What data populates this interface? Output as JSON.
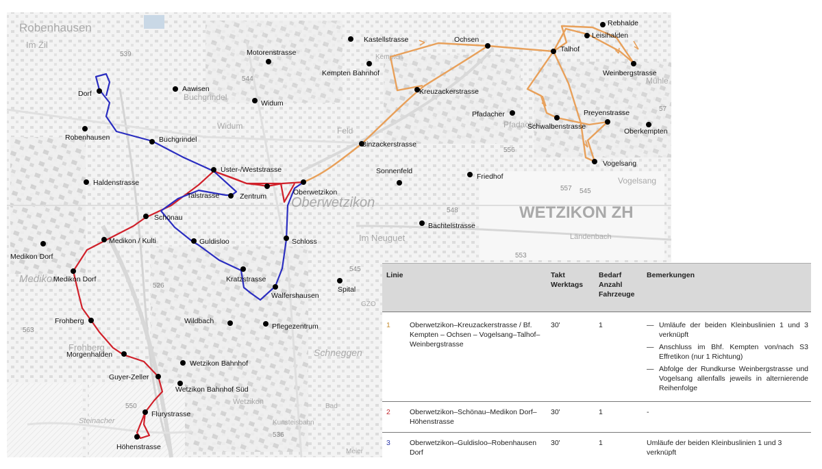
{
  "map": {
    "place_labels": [
      {
        "text": "Robenhausen",
        "size": 17
      },
      {
        "text": "Im Zil",
        "size": 13
      },
      {
        "text": "Buchgrindel",
        "size": 12
      },
      {
        "text": "Widum",
        "size": 12
      },
      {
        "text": "Feld",
        "size": 12
      },
      {
        "text": "Kempten",
        "size": 10
      },
      {
        "text": "Pfadacher",
        "size": 12
      },
      {
        "text": "Mühle",
        "size": 12
      },
      {
        "text": "Oberwetzikon",
        "size": 20
      },
      {
        "text": "WETZIKON ZH",
        "size": 24
      },
      {
        "text": "Im Neuguet",
        "size": 13
      },
      {
        "text": "Ländenbach",
        "size": 11
      },
      {
        "text": "Medikon",
        "size": 15
      },
      {
        "text": "Frohberg",
        "size": 13
      },
      {
        "text": "Schneggen",
        "size": 14
      },
      {
        "text": "Steinacher",
        "size": 11
      },
      {
        "text": "Kunsteisbahn",
        "size": 10
      },
      {
        "text": "Wetzikon",
        "size": 11
      },
      {
        "text": "Meier",
        "size": 10
      },
      {
        "text": "Vogelsang",
        "size": 12
      },
      {
        "text": "Bad",
        "size": 10
      },
      {
        "text": "GZO",
        "size": 10
      }
    ],
    "elevations": [
      "539",
      "544",
      "556",
      "557",
      "545",
      "548",
      "553",
      "545",
      "526",
      "563",
      "550",
      "536",
      "57"
    ],
    "stops": [
      {
        "label": "Kastellstrasse"
      },
      {
        "label": "Motorenstrasse"
      },
      {
        "label": "Ochsen"
      },
      {
        "label": "Rebhalde"
      },
      {
        "label": "Leisihalden"
      },
      {
        "label": "Talhof"
      },
      {
        "label": "Kempten Bahnhof"
      },
      {
        "label": "Weinbergstrasse"
      },
      {
        "label": "Dorf"
      },
      {
        "label": "Aawisen"
      },
      {
        "label": "Widum"
      },
      {
        "label": "Kreuzackerstrasse"
      },
      {
        "label": "Pfadacher"
      },
      {
        "label": "Preyenstrasse"
      },
      {
        "label": "Schwalbenstrasse"
      },
      {
        "label": "Oberkempten"
      },
      {
        "label": "Robenhausen"
      },
      {
        "label": "Buchgrindel"
      },
      {
        "label": "Binzackerstrasse"
      },
      {
        "label": "Vogelsang"
      },
      {
        "label": "Uster-/Weststrasse"
      },
      {
        "label": "Sonnenfeld"
      },
      {
        "label": "Friedhof"
      },
      {
        "label": "Haldenstrasse"
      },
      {
        "label": "Zentrum"
      },
      {
        "label": "Oberwetzikon"
      },
      {
        "label": "Talstrasse"
      },
      {
        "label": "Schönau"
      },
      {
        "label": "Bachtelstrasse"
      },
      {
        "label": "Guldisloo"
      },
      {
        "label": "Schloss"
      },
      {
        "label": "Medikon / Kulti"
      },
      {
        "label": "Medikon Dorf"
      },
      {
        "label": "Medikon Dorf"
      },
      {
        "label": "Kratzstrasse"
      },
      {
        "label": "Spital"
      },
      {
        "label": "Walfershausen"
      },
      {
        "label": "Frohberg"
      },
      {
        "label": "Wildbach"
      },
      {
        "label": "Pflegezentrum"
      },
      {
        "label": "Morgenhalden"
      },
      {
        "label": "Wetzikon Bahnhof"
      },
      {
        "label": "Guyer-Zeller"
      },
      {
        "label": "Wetzikon Bahnhof Süd"
      },
      {
        "label": "Flurystrasse"
      },
      {
        "label": "Höhenstrasse"
      }
    ],
    "line_colors": {
      "line1": "#e8a05a",
      "line2": "#d0202a",
      "line3": "#2a2dc0"
    }
  },
  "table": {
    "headers": {
      "linie": "Linie",
      "takt": "Takt Werktags",
      "bedarf": "Bedarf Anzahl Fahrzeuge",
      "bemerkungen": "Bemerkungen"
    },
    "rows": [
      {
        "nr": "1",
        "route": "Oberwetzikon–Kreuzackerstrasse / Bf. Kempten – Ochsen – Vogelsang–Talhof–Weinbergstrasse",
        "takt": "30'",
        "bedarf": "1",
        "bemerkungen": [
          {
            "dash": "—",
            "text": "Umläufe der beiden Kleinbuslinien 1 und 3 verknüpft"
          },
          {
            "dash": "—",
            "text": "Anschluss im Bhf. Kempten von/nach S3 Effretikon (nur 1 Richtung)"
          },
          {
            "dash": "—",
            "text": "Abfolge der Rundkurse Weinbergstrasse und Vogelsang allenfalls jeweils in alternierende Reihenfolge"
          }
        ]
      },
      {
        "nr": "2",
        "route": "Oberwetzikon–Schönau–Medikon Dorf–Höhenstrasse",
        "takt": "30'",
        "bedarf": "1",
        "bemerkung": "-"
      },
      {
        "nr": "3",
        "route": "Oberwetzikon–Guldisloo–Robenhausen Dorf",
        "takt": "30'",
        "bedarf": "1",
        "bemerkung": "Umläufe der beiden Kleinbuslinien 1 und 3 verknüpft"
      }
    ]
  }
}
